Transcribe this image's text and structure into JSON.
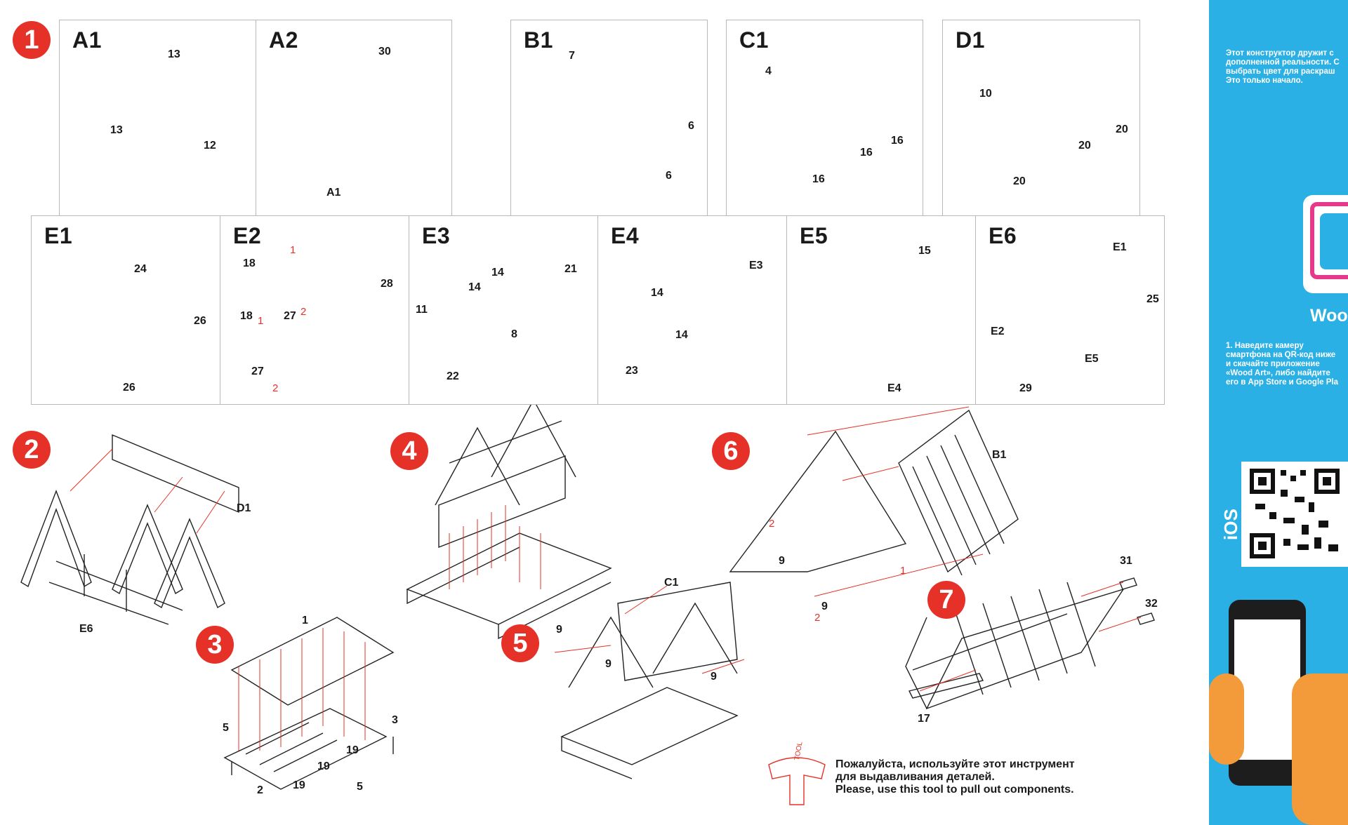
{
  "steps": {
    "s1": "1",
    "s2": "2",
    "s3": "3",
    "s4": "4",
    "s5": "5",
    "s6": "6",
    "s7": "7"
  },
  "panels": {
    "A1": {
      "title": "A1",
      "labels": [
        "13",
        "13",
        "12"
      ]
    },
    "A2": {
      "title": "A2",
      "labels": [
        "30",
        "A1"
      ]
    },
    "B1": {
      "title": "B1",
      "labels": [
        "7",
        "6",
        "6"
      ]
    },
    "C1": {
      "title": "C1",
      "labels": [
        "4",
        "16",
        "16",
        "16"
      ]
    },
    "D1": {
      "title": "D1",
      "labels": [
        "10",
        "20",
        "20",
        "20"
      ]
    },
    "E1": {
      "title": "E1",
      "labels": [
        "24",
        "26",
        "26"
      ]
    },
    "E2": {
      "title": "E2",
      "labels": [
        "18",
        "28",
        "27",
        "18",
        "27"
      ],
      "arrows": [
        "1",
        "2",
        "1",
        "2"
      ]
    },
    "E3": {
      "title": "E3",
      "labels": [
        "14",
        "21",
        "14",
        "11",
        "8",
        "22"
      ]
    },
    "E4": {
      "title": "E4",
      "labels": [
        "E3",
        "14",
        "14",
        "23"
      ]
    },
    "E5": {
      "title": "E5",
      "labels": [
        "15",
        "E4"
      ]
    },
    "E6": {
      "title": "E6",
      "labels": [
        "E1",
        "25",
        "E2",
        "E5",
        "29"
      ]
    }
  },
  "big_steps": {
    "step2": {
      "labels": [
        "D1",
        "E6"
      ]
    },
    "step3": {
      "labels": [
        "1",
        "3",
        "5",
        "19",
        "19",
        "19",
        "5",
        "2"
      ]
    },
    "step4": {
      "labels": []
    },
    "step5": {
      "labels": [
        "C1",
        "9",
        "9",
        "9"
      ]
    },
    "step6": {
      "labels": [
        "B1",
        "2",
        "9",
        "9",
        "1",
        "2"
      ]
    },
    "step7": {
      "labels": [
        "31",
        "32",
        "17"
      ]
    }
  },
  "tool": {
    "tool_label": "TOOL",
    "line1": "Пожалуйста, используйте этот инструмент",
    "line2": "для выдавливания деталей.",
    "line3": "Please, use this tool to pull out components."
  },
  "sidebar": {
    "intro": "Этот конструктор дружит с\nдополненной реальности. С\nвыбрать цвет для раскраш\nЭто только начало.",
    "brand": "Woo",
    "step1": "1. Наведите камеру\nсмартфона на QR-код ниже\nи скачайте приложение\n«Wood Art», либо найдите\nего в App Store и Google Pla",
    "ios": "iOS"
  },
  "colors": {
    "accent": "#e53127",
    "sidebar": "#2ab0e4",
    "line": "#1a1a1a"
  }
}
